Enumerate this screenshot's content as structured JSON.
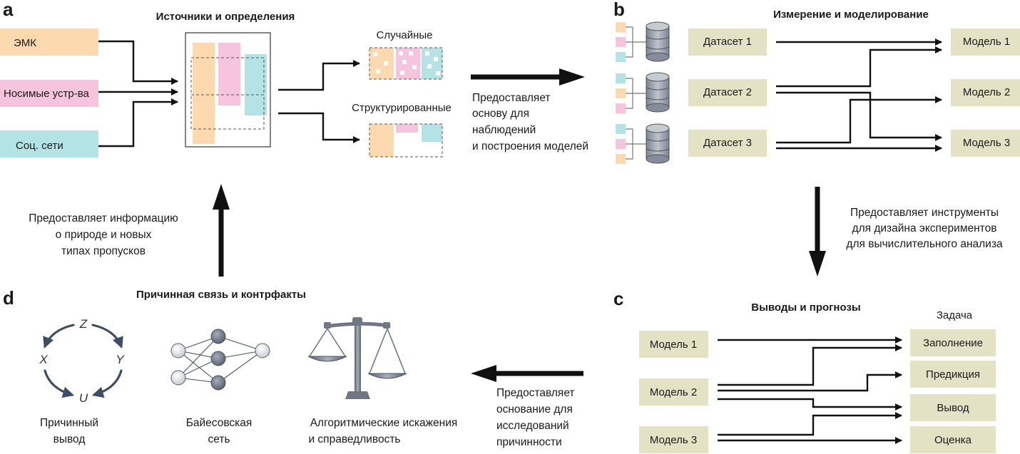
{
  "panel_a": {
    "letter": "a",
    "title": "Источники и определения",
    "sources": [
      "ЭМК",
      "Носимые устр-ва",
      "Соц. сети"
    ],
    "random_label": "Случайные",
    "structured_label": "Структурированные",
    "caption": [
      "Предоставляет",
      "основу для",
      "наблюдений",
      "и построения моделей"
    ]
  },
  "panel_b": {
    "letter": "b",
    "title": "Измерение и моделирование",
    "datasets": [
      "Датасет 1",
      "Датасет 2",
      "Датасет 3"
    ],
    "models": [
      "Модель 1",
      "Модель 2",
      "Модель 3"
    ],
    "caption": [
      "Предоставляет инструменты",
      "для дизайна экспериментов",
      "для вычислительного анализа"
    ]
  },
  "panel_c": {
    "letter": "c",
    "title": "Выводы и прогнозы",
    "task_header": "Задача",
    "models": [
      "Модель 1",
      "Модель 2",
      "Модель 3"
    ],
    "tasks": [
      "Заполнение",
      "Предикция",
      "Вывод",
      "Оценка"
    ],
    "caption": [
      "Предоставляет",
      "основание для",
      "исследований",
      "причинности"
    ]
  },
  "panel_d": {
    "letter": "d",
    "title": "Причинная связь и контрфакты",
    "caption_up": [
      "Предоставляет информацию",
      "о природе и новых",
      "типах пропусков"
    ],
    "causal_vars": [
      "Z",
      "X",
      "Y",
      "U"
    ],
    "causal_label": [
      "Причинный",
      "вывод"
    ],
    "bayes_label": [
      "Байесовская",
      "сеть"
    ],
    "fairness_label": [
      "Алгоритмические искажения",
      "и справедливость"
    ]
  },
  "colors": {
    "orange": "#fdd9b0",
    "pink": "#f6c4dc",
    "teal": "#b4e3e6",
    "model_box": "#e4e2c5",
    "arrow": "#111111",
    "icon": "#6f7785"
  }
}
